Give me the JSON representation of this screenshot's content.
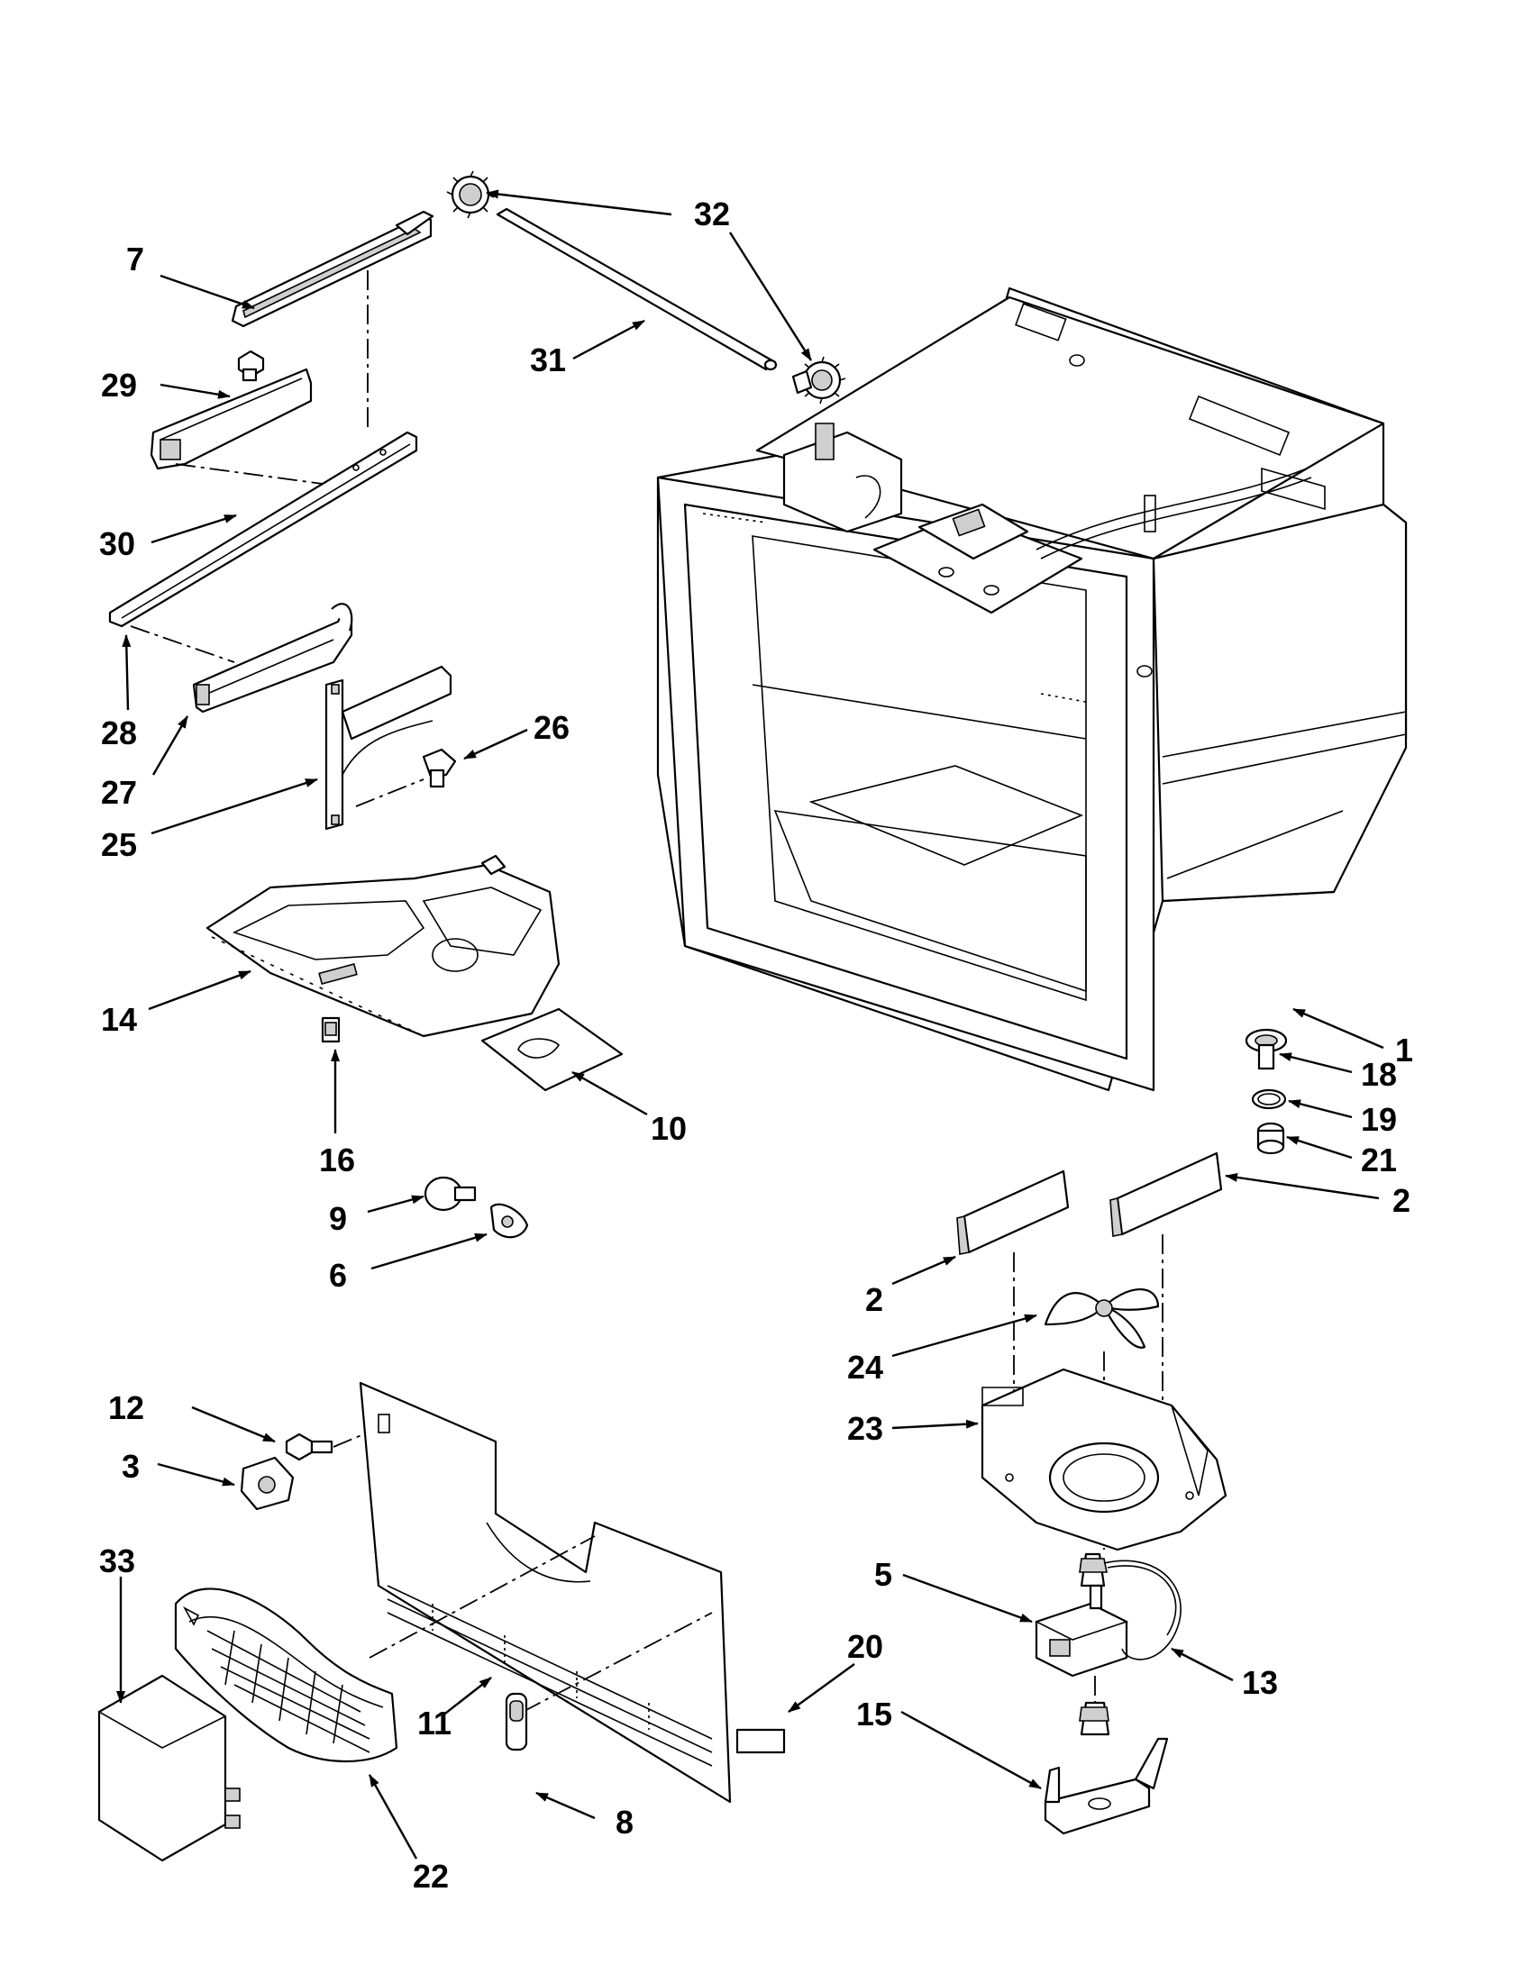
{
  "callouts": {
    "c1": "1",
    "c2a": "2",
    "c2b": "2",
    "c3": "3",
    "c5": "5",
    "c6": "6",
    "c7": "7",
    "c8": "8",
    "c9": "9",
    "c10": "10",
    "c11": "11",
    "c12": "12",
    "c13": "13",
    "c14": "14",
    "c15": "15",
    "c16": "16",
    "c18": "18",
    "c19": "19",
    "c20": "20",
    "c21": "21",
    "c22": "22",
    "c23": "23",
    "c24": "24",
    "c25": "25",
    "c26": "26",
    "c27": "27",
    "c28": "28",
    "c29": "29",
    "c30": "30",
    "c31": "31",
    "c32": "32",
    "c33": "33"
  },
  "colors": {
    "line": "#000000",
    "background": "#ffffff",
    "shade": "#cfcfcf"
  }
}
